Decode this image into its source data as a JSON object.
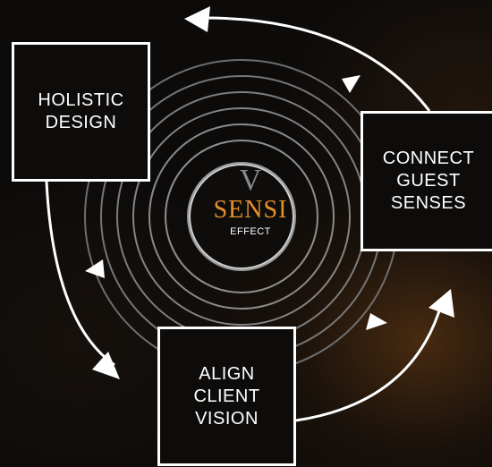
{
  "center": {
    "mark": "V",
    "title": "SENSI",
    "subtitle": "EFFECT"
  },
  "nodes": [
    {
      "id": "holistic",
      "label": "HOLISTIC\nDESIGN"
    },
    {
      "id": "connect",
      "label": "CONNECT\nGUEST\nSENSES"
    },
    {
      "id": "align",
      "label": "ALIGN\nCLIENT\nVISION"
    }
  ],
  "colors": {
    "accent": "#e6902a",
    "lines": "#ffffff",
    "rings": "#9a9a9a",
    "background": "#0d0b0a"
  }
}
